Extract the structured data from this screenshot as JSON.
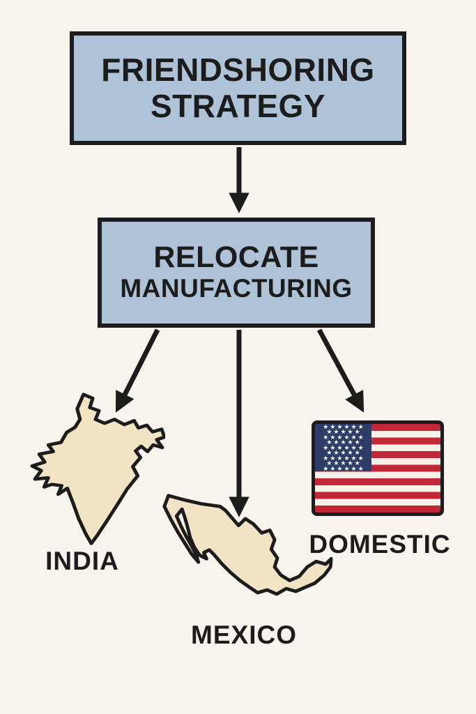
{
  "theme": {
    "bg": "#f8f4ed",
    "ink": "#1c1c1c",
    "box-fill": "#afc3d8",
    "map-fill": "#f2e3c4",
    "flag-red": "#c22738",
    "flag-navy": "#2e3d68",
    "flag-white": "#f6f2ea"
  },
  "diagram": {
    "type": "flowchart",
    "title_box": {
      "line1": "FRIENDSHORING",
      "line2": "STRATEGY"
    },
    "step_box": {
      "line1": "RELOCATE",
      "line2": "MANUFACTURING"
    },
    "destinations": [
      {
        "id": "india",
        "label": "INDIA",
        "icon": "india-map-icon"
      },
      {
        "id": "mexico",
        "label": "MEXICO",
        "icon": "mexico-map-icon"
      },
      {
        "id": "domestic",
        "label": "DOMESTIC",
        "icon": "us-flag-icon"
      }
    ],
    "connections": [
      {
        "from": "title_box",
        "to": "step_box"
      },
      {
        "from": "step_box",
        "to": "india"
      },
      {
        "from": "step_box",
        "to": "mexico"
      },
      {
        "from": "step_box",
        "to": "domestic"
      }
    ]
  },
  "flag": {
    "stars_pattern": [
      6,
      5,
      6,
      5,
      6,
      5,
      6,
      5,
      6
    ],
    "stripe_count": 13,
    "star_glyph": "★"
  }
}
